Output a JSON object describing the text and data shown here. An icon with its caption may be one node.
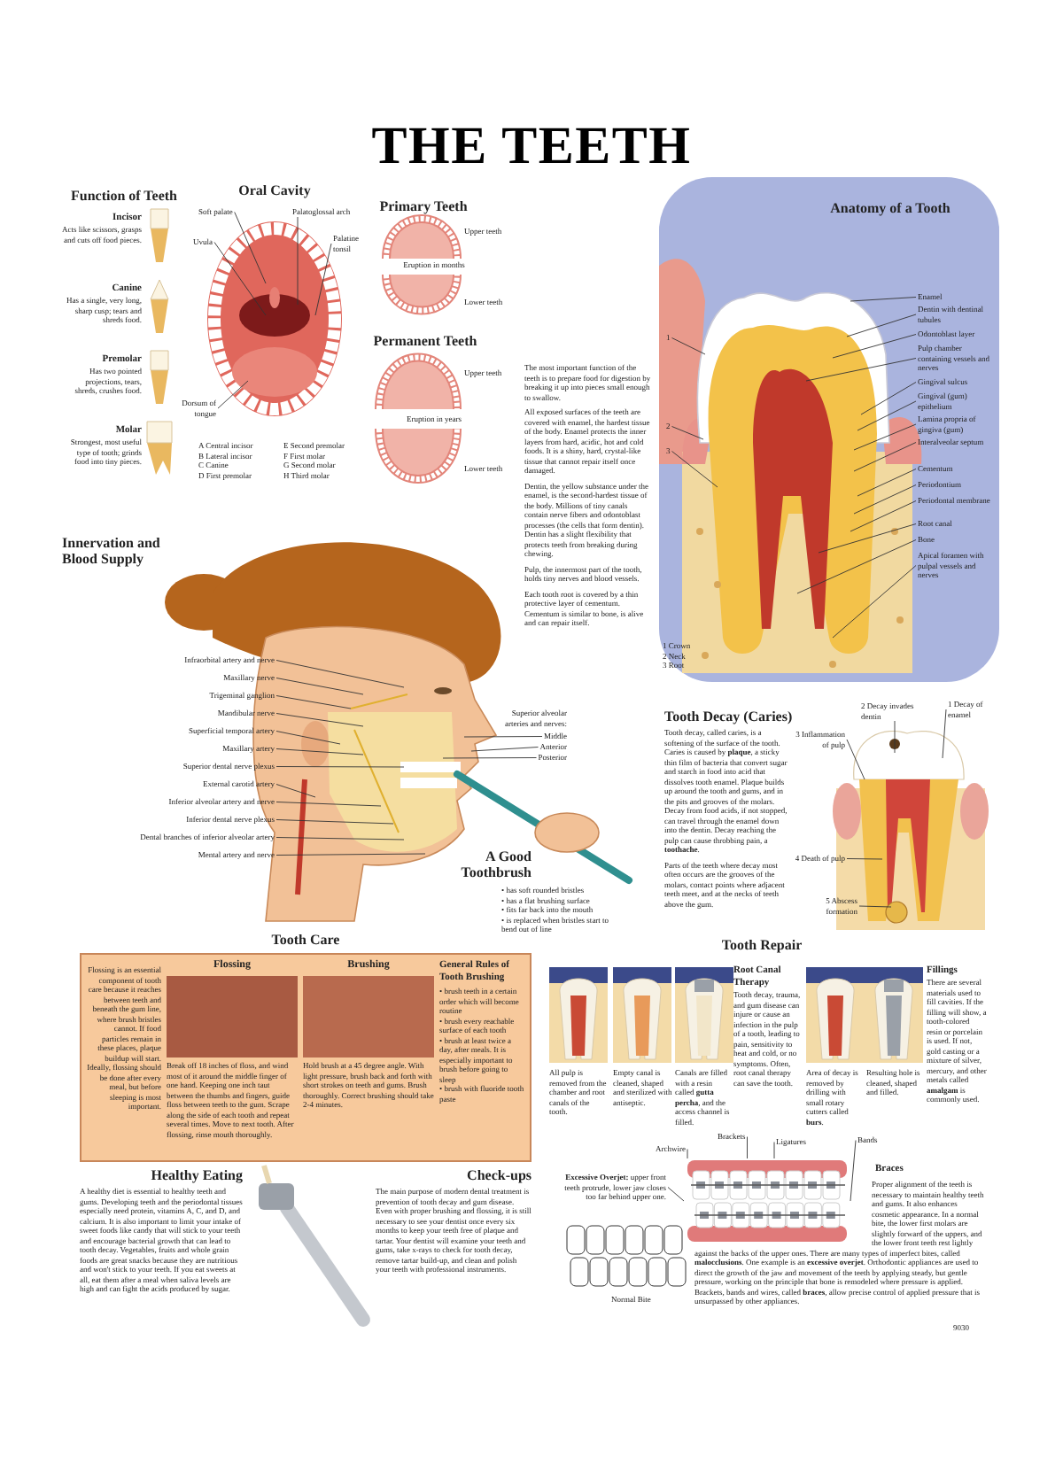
{
  "diagram": {
    "title": "THE TEETH",
    "nodes": [
      {
        "text": [
          "Tooth Care",
          "Flossing is an essential component of tooth care because it reaches between teeth and beneath the gum line, where brush bristles cannot. If food particles remain in these places, plaque buildup will start. Ideally, flossing should be done after every meal, but before sleeping is most important.",
          "Flossing",
          "Break off 18 inches of floss, and wind most of it around the middle finger of one hand. Keeping one inch taut between the thumbs and fingers, guide floss between teeth to the gum. Scrape along the side of each tooth and repeat several times. Move to next tooth. After flossing, rinse mouth thoroughly.",
          "Brushing",
          "Hold brush at a 45 degree angle. With light pressure, brush back and forth with short strokes on teeth and gums. Brush thoroughly. Correct brushing should take 2-4 minutes.",
          "General Rules of Tooth Brushing",
          "• brush teeth in a certain order which will become routine",
          "• brush every reachable surface of each tooth",
          "• brush at least twice a day, after meals. It is especially important to brush before going to sleep",
          "• brush with fluoride tooth paste"
        ]
      },
      {
        "text": [
          "Soft palate"
        ]
      },
      {
        "text": [
          "Palatoglossal arch"
        ]
      },
      {
        "text": [
          "Uvula"
        ]
      },
      {
        "text": [
          "Palatine tonsil"
        ]
      },
      {
        "text": [
          "Dorsum of tongue"
        ]
      },
      {
        "text": [
          "Enamel"
        ]
      },
      {
        "text": [
          "Dentin with dentinal tubules"
        ]
      },
      {
        "text": [
          "Odontoblast layer"
        ]
      },
      {
        "text": [
          "Pulp chamber containing vessels and nerves"
        ]
      },
      {
        "text": [
          "Gingival sulcus"
        ]
      },
      {
        "text": [
          "Gingival (gum) epithelium"
        ]
      },
      {
        "text": [
          "Lamina propria of gingiva (gum)"
        ]
      },
      {
        "text": [
          "Interalveolar septum"
        ]
      },
      {
        "text": [
          "Cementum"
        ]
      },
      {
        "text": [
          "Periodontium"
        ]
      },
      {
        "text": [
          "Periodontal membrane"
        ]
      },
      {
        "text": [
          "Root canal"
        ]
      },
      {
        "text": [
          "Bone"
        ]
      },
      {
        "text": [
          "Apical foramen with pulpal vessels and nerves"
        ]
      },
      {
        "text": [
          "1"
        ]
      },
      {
        "text": [
          "2"
        ]
      },
      {
        "text": [
          "3"
        ]
      },
      {
        "text": [
          "Infraorbital artery and nerve"
        ]
      },
      {
        "text": [
          "Maxillary nerve"
        ]
      },
      {
        "text": [
          "Trigeminal ganglion"
        ]
      },
      {
        "text": [
          "Mandibular nerve"
        ]
      },
      {
        "text": [
          "Superficial temporal artery"
        ]
      },
      {
        "text": [
          "Maxillary artery"
        ]
      },
      {
        "text": [
          "Superior dental nerve plexus"
        ]
      },
      {
        "text": [
          "External carotid artery"
        ]
      },
      {
        "text": [
          "Inferior alveolar artery and nerve"
        ]
      },
      {
        "text": [
          "Inferior dental nerve plexus"
        ]
      },
      {
        "text": [
          "Dental branches of inferior alveolar artery"
        ]
      },
      {
        "text": [
          "Mental artery and nerve"
        ]
      },
      {
        "text": [
          "Middle"
        ]
      },
      {
        "text": [
          "Anterior"
        ]
      },
      {
        "text": [
          "Posterior"
        ]
      },
      {
        "text": [
          "1 Decay of enamel"
        ]
      },
      {
        "text": [
          "2 Decay invades dentin"
        ]
      },
      {
        "text": [
          "3 Inflammation of pulp"
        ]
      },
      {
        "text": [
          "4 Death of pulp"
        ]
      },
      {
        "text": [
          "5 Abscess formation"
        ]
      },
      {
        "text": [
          "Archwire"
        ]
      },
      {
        "text": [
          "Brackets"
        ]
      },
      {
        "text": [
          "Ligatures"
        ]
      },
      {
        "text": [
          "Bands"
        ]
      },
      {
        "text": [
          "**Excessive Overjet:** upper front teeth protrude, lower jaw closes too far behind upper one."
        ]
      },
      {
        "text": [],
        "shape": "picture"
      }
    ],
    "edges": [
      {
        "from": 1,
        "to": null,
        "arrow": "none"
      },
      {
        "from": 2,
        "to": null,
        "arrow": "none"
      },
      {
        "from": 3,
        "to": null,
        "arrow": "none"
      },
      {
        "from": 4,
        "to": null,
        "arrow": "none"
      },
      {
        "from": 5,
        "to": null,
        "arrow": "none"
      },
      {
        "from": 6,
        "to": null,
        "arrow": "none"
      },
      {
        "from": 7,
        "to": null,
        "arrow": "none"
      },
      {
        "from": 8,
        "to": null,
        "arrow": "none"
      },
      {
        "from": 9,
        "to": null,
        "arrow": "none"
      },
      {
        "from": 10,
        "to": null,
        "arrow": "none"
      },
      {
        "from": 11,
        "to": null,
        "arrow": "none"
      },
      {
        "from": 12,
        "to": null,
        "arrow": "none"
      },
      {
        "from": 13,
        "to": null,
        "arrow": "none"
      },
      {
        "from": 14,
        "to": null,
        "arrow": "none"
      },
      {
        "from": 15,
        "to": null,
        "arrow": "none"
      },
      {
        "from": 16,
        "to": null,
        "arrow": "none"
      },
      {
        "from": 17,
        "to": null,
        "arrow": "none"
      },
      {
        "from": 18,
        "to": null,
        "arrow": "none"
      },
      {
        "from": 19,
        "to": null,
        "arrow": "none"
      },
      {
        "from": 20,
        "to": null,
        "arrow": "none"
      },
      {
        "from": 21,
        "to": null,
        "arrow": "none"
      },
      {
        "from": 22,
        "to": null,
        "arrow": "none"
      },
      {
        "from": 23,
        "to": null,
        "arrow": "none"
      },
      {
        "from": 24,
        "to": null,
        "arrow": "none"
      },
      {
        "from": 25,
        "to": null,
        "arrow": "none"
      },
      {
        "from": 26,
        "to": null,
        "arrow": "none"
      },
      {
        "from": 27,
        "to": null,
        "arrow": "none"
      },
      {
        "from": 28,
        "to": null,
        "arrow": "none"
      },
      {
        "from": 29,
        "to": null,
        "arrow": "none"
      },
      {
        "from": 30,
        "to": null,
        "arrow": "none"
      },
      {
        "from": 31,
        "to": null,
        "arrow": "none"
      },
      {
        "from": 32,
        "to": null,
        "arrow": "none"
      },
      {
        "from": 33,
        "to": null,
        "arrow": "none"
      },
      {
        "from": 34,
        "to": null,
        "arrow": "none"
      },
      {
        "from": 35,
        "to": null,
        "arrow": "none"
      },
      {
        "from": 36,
        "to": null,
        "arrow": "none"
      },
      {
        "from": 37,
        "to": null,
        "arrow": "none"
      },
      {
        "from": 38,
        "to": null,
        "arrow": "none"
      },
      {
        "from": 39,
        "to": null,
        "arrow": "none"
      },
      {
        "from": 40,
        "to": null,
        "arrow": "none"
      },
      {
        "from": 41,
        "to": null,
        "arrow": "none"
      },
      {
        "from": 42,
        "to": null,
        "arrow": "none"
      },
      {
        "from": 43,
        "to": 48,
        "arrow": "none"
      },
      {
        "from": 44,
        "to": 48,
        "arrow": "none"
      },
      {
        "from": 45,
        "to": 48,
        "arrow": "none"
      },
      {
        "from": 46,
        "to": 48,
        "arrow": "none"
      },
      {
        "from": 47,
        "to": 48,
        "arrow": "none"
      }
    ],
    "labels": [
      "Function of Teeth",
      "Incisor",
      "Acts like scissors, grasps and cuts off food pieces.",
      "Canine",
      "Has a single, very long, sharp cusp; tears and shreds food.",
      "Premolar",
      "Has two pointed projections, tears, shreds, crushes food.",
      "Molar",
      "Strongest, most useful type of tooth; grinds food into tiny pieces.",
      "Oral Cavity",
      "A Central incisor",
      "B Lateral incisor",
      "C Canine",
      "D First premolar",
      "E Second premolar",
      "F First molar",
      "G Second molar",
      "H Third molar",
      "Primary Teeth",
      "Upper teeth",
      "Eruption in months",
      "Lower teeth",
      "Permanent Teeth",
      "Upper teeth",
      "Eruption in years",
      "Lower teeth",
      "Anatomy of a Tooth",
      "The most important function of the teeth is to prepare food for digestion by breaking it up into pieces small enough to swallow.",
      "All exposed surfaces of the teeth are covered with enamel, the hardest tissue of the body. Enamel protects the inner layers from hard, acidic, hot and cold foods. It is a shiny, hard, crystal-like tissue that cannot repair itself once damaged.",
      "Dentin, the yellow substance under the enamel, is the second-hardest tissue of the body. Millions of tiny canals contain nerve fibers and odontoblast processes (the cells that form dentin). Dentin has a slight flexibility that protects teeth from breaking during chewing.",
      "Pulp, the innermost part of the tooth, holds tiny nerves and blood vessels.",
      "Each tooth root is covered by a thin protective layer of cementum. Cementum is similar to bone, is alive and can repair itself.",
      "1 Crown",
      "2 Neck",
      "3 Root",
      "Innervation and Blood Supply",
      "Superior alveolar arteries and nerves:",
      "A Good Toothbrush",
      "• has soft rounded bristles",
      "• has a flat brushing surface",
      "• fits far back into the mouth",
      "• is replaced when bristles start to bend out of line",
      "Tooth Decay (Caries)",
      "Tooth decay, called caries, is a softening of the surface of the tooth. Caries is caused by **plaque**, a sticky thin film of bacteria that convert sugar and starch in food into acid that dissolves tooth enamel. Plaque builds up around the tooth and gums, and in the pits and grooves of the molars. Decay from food acids, if not stopped, can travel through the enamel down into the dentin. Decay reaching the pulp can cause throbbing pain, a **toothache**.",
      "Parts of the teeth where decay most often occurs are the grooves of the molars, contact points where adjacent teeth meet, and at the necks of teeth above the gum.",
      "Tooth Repair",
      "Root Canal Therapy",
      "Tooth decay, trauma, and gum disease can injure or cause an infection in the pulp of a tooth, leading to pain, sensitivity to heat and cold, or no symptoms. Often, root canal therapy can save the tooth.",
      "All pulp is removed from the chamber and root canals of the tooth.",
      "Empty canal is cleaned, shaped and sterilized with antiseptic.",
      "Canals are filled with a resin called **gutta percha**, and the access channel is filled.",
      "Fillings",
      "There are several materials used to fill cavities. If the filling will show, a tooth-colored resin or porcelain is used. If not, gold casting or a mixture of silver, mercury, and other metals called **amalgam** is commonly used.",
      "Area of decay is removed by drilling with small rotary cutters called **burs**.",
      "Resulting hole is cleaned, shaped and filled.",
      "Healthy Eating",
      "A healthy diet is essential to healthy teeth and gums. Developing teeth and the periodontal tissues especially need protein, vitamins A, C, and D, and calcium. It is also important to limit your intake of sweet foods like candy that will stick to your teeth and encourage bacterial growth that can lead to tooth decay. Vegetables, fruits and whole grain foods are great snacks because they are nutritious and won't stick to your teeth. If you eat sweets at all, eat them after a meal when saliva levels are high and can fight the acids produced by sugar.",
      "Check-ups",
      "The main purpose of modern dental treatment is prevention of tooth decay and gum disease. Even with proper brushing and flossing, it is still necessary to see your dentist once every six months to keep your teeth free of plaque and tartar. Your dentist will examine your teeth and gums, take x-rays to check for tooth decay, remove tartar build-up, and clean and polish your teeth with professional instruments.",
      "Braces",
      "Proper alignment of the teeth is necessary to maintain healthy teeth and gums. It also enhances cosmetic appearance. In a normal bite, the lower first molars are slightly forward of the uppers, and the lower front teeth rest lightly against the backs of the upper ones. There are many types of imperfect bites, called **malocclusions**. One example is an **excessive overjet**. Orthodontic appliances are used to direct the growth of the jaw and movement of the teeth by applying steady, but gentle pressure, working on the principle that bone is remodeled where pressure is applied. Brackets, bands and wires, called **braces**, allow precise control of applied pressure that is unsurpassed by other appliances.",
      "Normal Bite",
      "9030"
    ]
  }
}
